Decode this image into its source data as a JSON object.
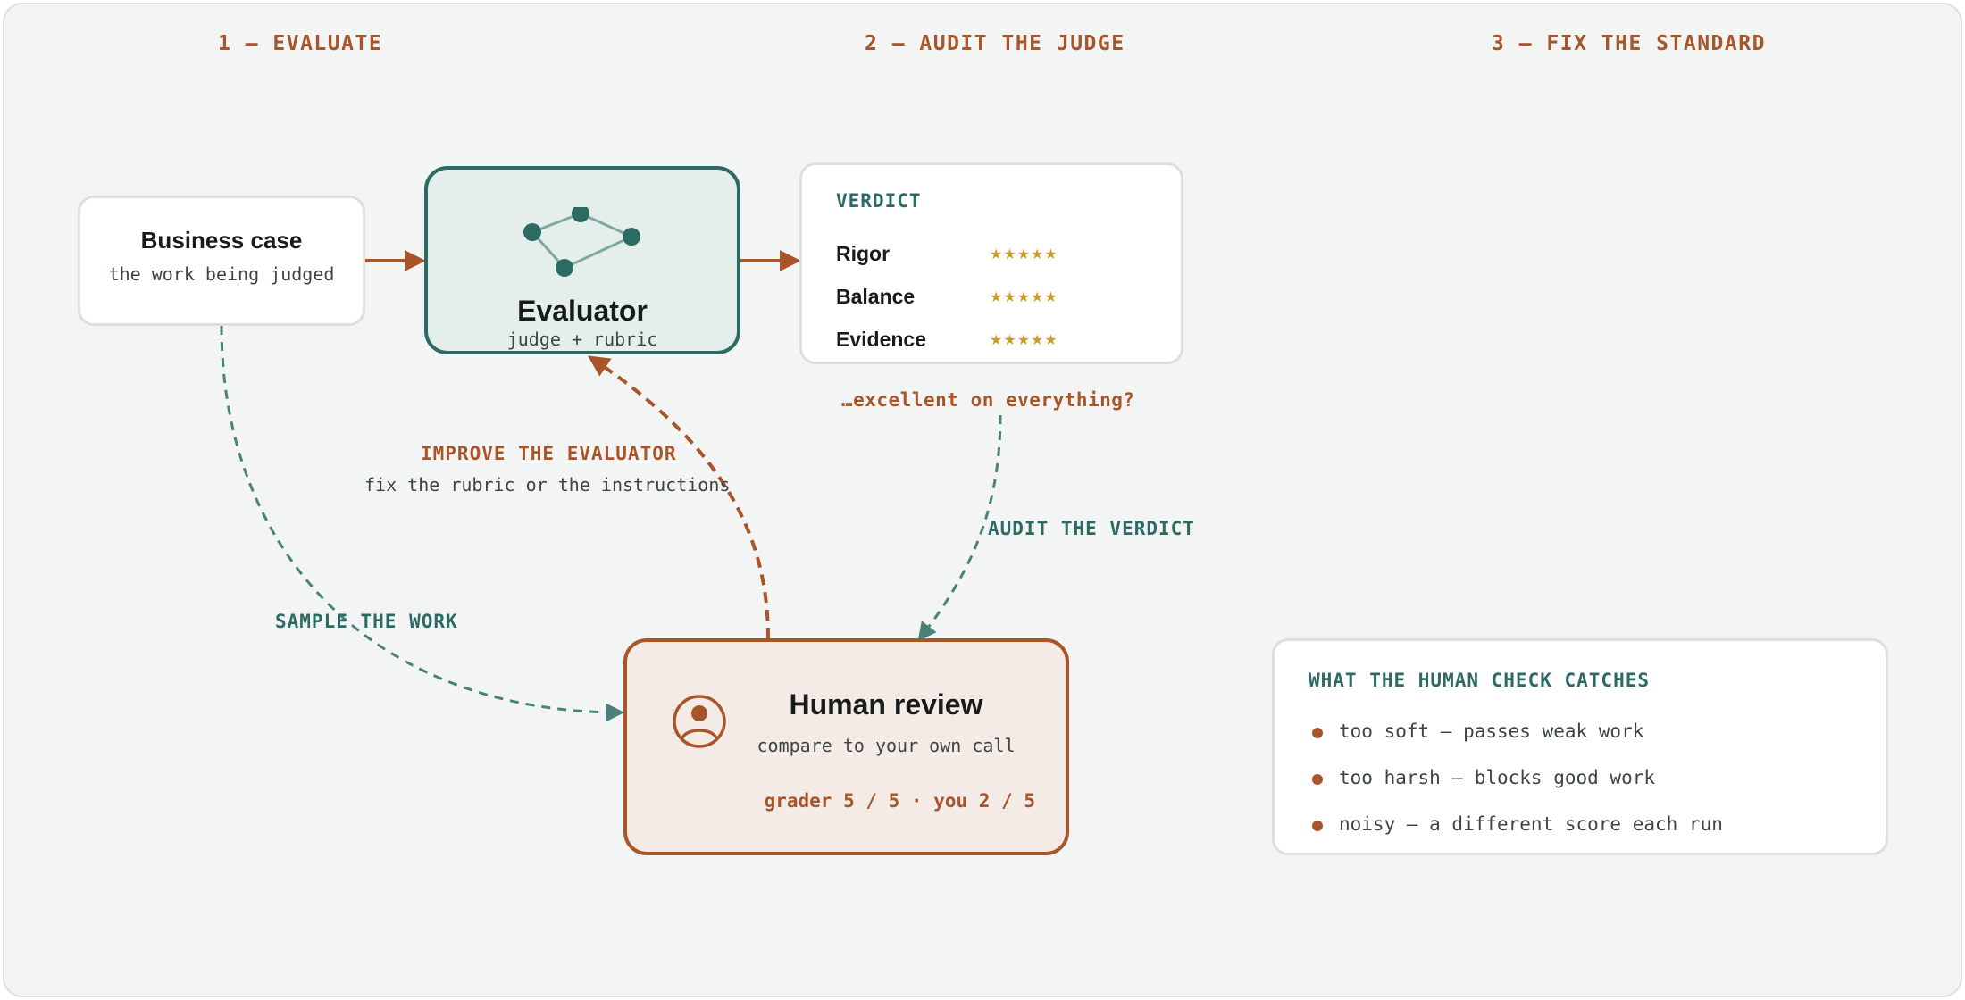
{
  "steps": [
    "1 — EVALUATE",
    "2 — AUDIT THE JUDGE",
    "3 — FIX THE STANDARD"
  ],
  "business_case": {
    "title": "Business case",
    "subtitle": "the work being judged"
  },
  "evaluator": {
    "title": "Evaluator",
    "subtitle": "judge + rubric",
    "icon": "network-graph-icon"
  },
  "verdict": {
    "heading": "VERDICT",
    "rows": [
      {
        "label": "Rigor",
        "rating": "★★★★★",
        "stars": 5
      },
      {
        "label": "Balance",
        "rating": "★★★★★",
        "stars": 5
      },
      {
        "label": "Evidence",
        "rating": "★★★★★",
        "stars": 5
      }
    ],
    "question": "…excellent on everything?"
  },
  "human_review": {
    "title": "Human review",
    "subtitle": "compare to your own call",
    "grades": "grader 5 / 5 · you 2 / 5",
    "icon": "person-icon"
  },
  "labels": {
    "sample": "SAMPLE THE WORK",
    "audit": "AUDIT THE VERDICT",
    "improve": "IMPROVE THE EVALUATOR",
    "improve_sub": "fix the rubric or the instructions"
  },
  "catches": {
    "heading": "WHAT THE HUMAN CHECK CATCHES",
    "items": [
      "too soft — passes weak work",
      "too harsh — blocks good work",
      "noisy — a different score each run"
    ]
  },
  "colors": {
    "teal": "#2c6b63",
    "rust": "#a8552a",
    "star": "#d09a2a",
    "background": "#f3f5f4"
  }
}
